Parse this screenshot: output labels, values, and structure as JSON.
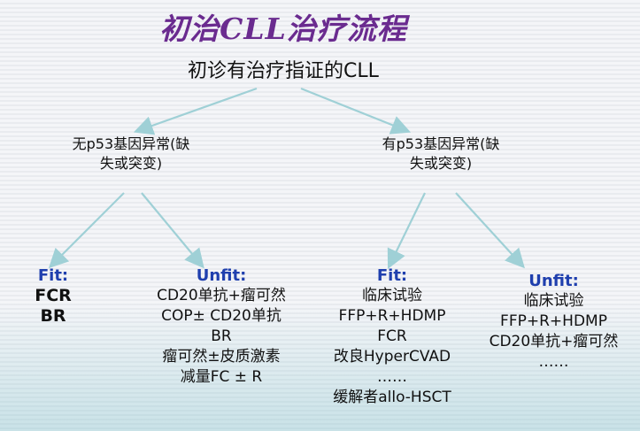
{
  "title": "初治CLL治疗流程",
  "root": "初诊有治疗指证的CLL",
  "branches": [
    {
      "lines": [
        "无p53基因异常(缺",
        "失或突变)"
      ]
    },
    {
      "lines": [
        "有p53基因异常(缺",
        "失或突变)"
      ]
    }
  ],
  "leaves": [
    {
      "head": "Fit:",
      "items": [
        "FCR",
        "BR"
      ]
    },
    {
      "head": "Unfit:",
      "items": [
        "CD20单抗+瘤可然",
        "COP± CD20单抗",
        "BR",
        "瘤可然±皮质激素",
        "减量FC ± R"
      ]
    },
    {
      "head": "Fit:",
      "items": [
        "临床试验",
        "FFP+R+HDMP",
        "FCR",
        "改良HyperCVAD",
        "……",
        "缓解者allo-HSCT"
      ]
    },
    {
      "head": "Unfit:",
      "items": [
        "临床试验",
        "FFP+R+HDMP",
        "CD20单抗+瘤可然",
        "……"
      ]
    }
  ],
  "colors": {
    "title": "#6a2b8f",
    "leaf_head": "#1f3fae",
    "arrow": "#9fd0d6"
  }
}
